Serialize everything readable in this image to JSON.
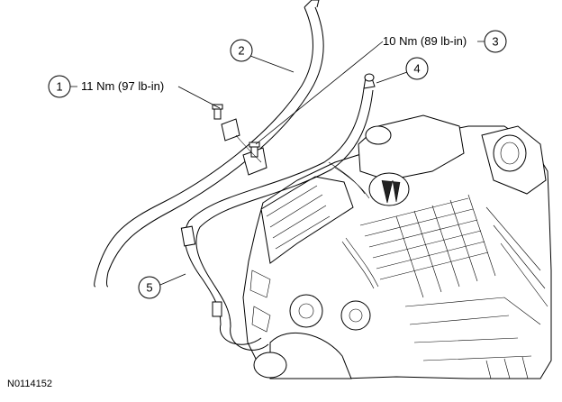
{
  "figure_id": "N0114152",
  "callouts": [
    {
      "number": "1",
      "torque": "11 Nm (97 lb-in)"
    },
    {
      "number": "2",
      "torque": ""
    },
    {
      "number": "3",
      "torque": "10 Nm (89 lb-in)"
    },
    {
      "number": "4",
      "torque": ""
    },
    {
      "number": "5",
      "torque": ""
    }
  ]
}
